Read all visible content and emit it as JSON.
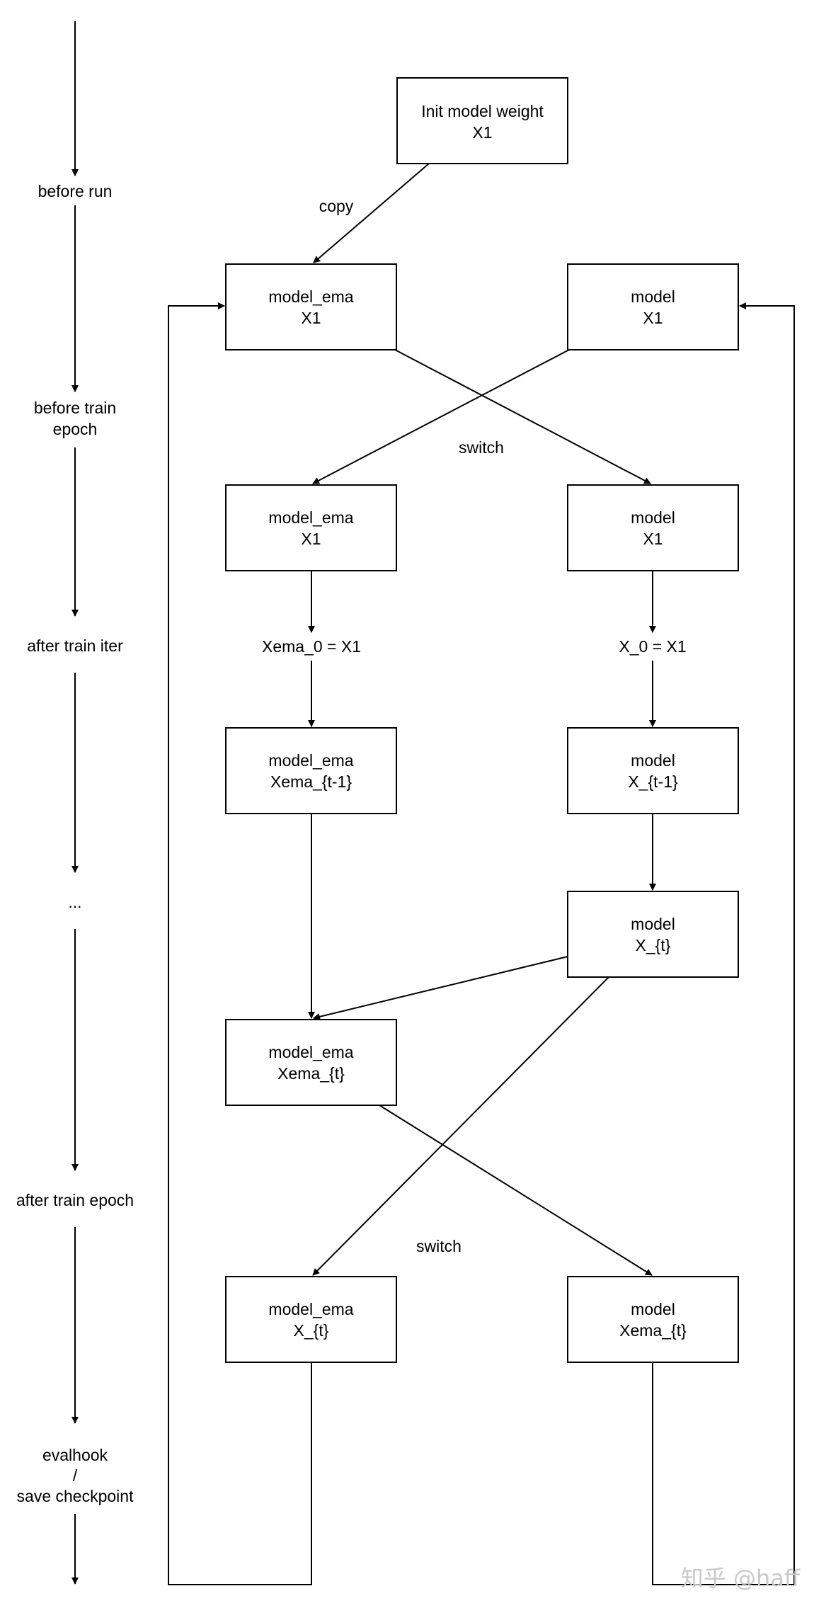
{
  "timeline": {
    "stages": [
      "before run",
      "before train",
      "epoch",
      "after train iter",
      "...",
      "after train epoch",
      "evalhook",
      "/",
      "save checkpoint"
    ]
  },
  "nodes": {
    "init": {
      "line1": "Init model weight",
      "line2": "X1"
    },
    "ema_init": {
      "line1": "model_ema",
      "line2": "X1"
    },
    "model_init": {
      "line1": "model",
      "line2": "X1"
    },
    "ema_epoch": {
      "line1": "model_ema",
      "line2": "X1"
    },
    "model_epoch": {
      "line1": "model",
      "line2": "X1"
    },
    "ema_iter": {
      "line1": "model_ema",
      "line2": "Xema_{t-1}"
    },
    "model_iter": {
      "line1": "model",
      "line2": "X_{t-1}"
    },
    "model_t": {
      "line1": "model",
      "line2": "X_{t}"
    },
    "ema_t": {
      "line1": "model_ema",
      "line2": "Xema_{t}"
    },
    "ema_final": {
      "line1": "model_ema",
      "line2": "X_{t}"
    },
    "model_final": {
      "line1": "model",
      "line2": "Xema_{t}"
    }
  },
  "labels": {
    "copy": "copy",
    "switch_top": "switch",
    "xema0": "Xema_0 = X1",
    "x0": "X_0 = X1",
    "switch_bottom": "switch"
  },
  "watermark": "知乎 @haff"
}
